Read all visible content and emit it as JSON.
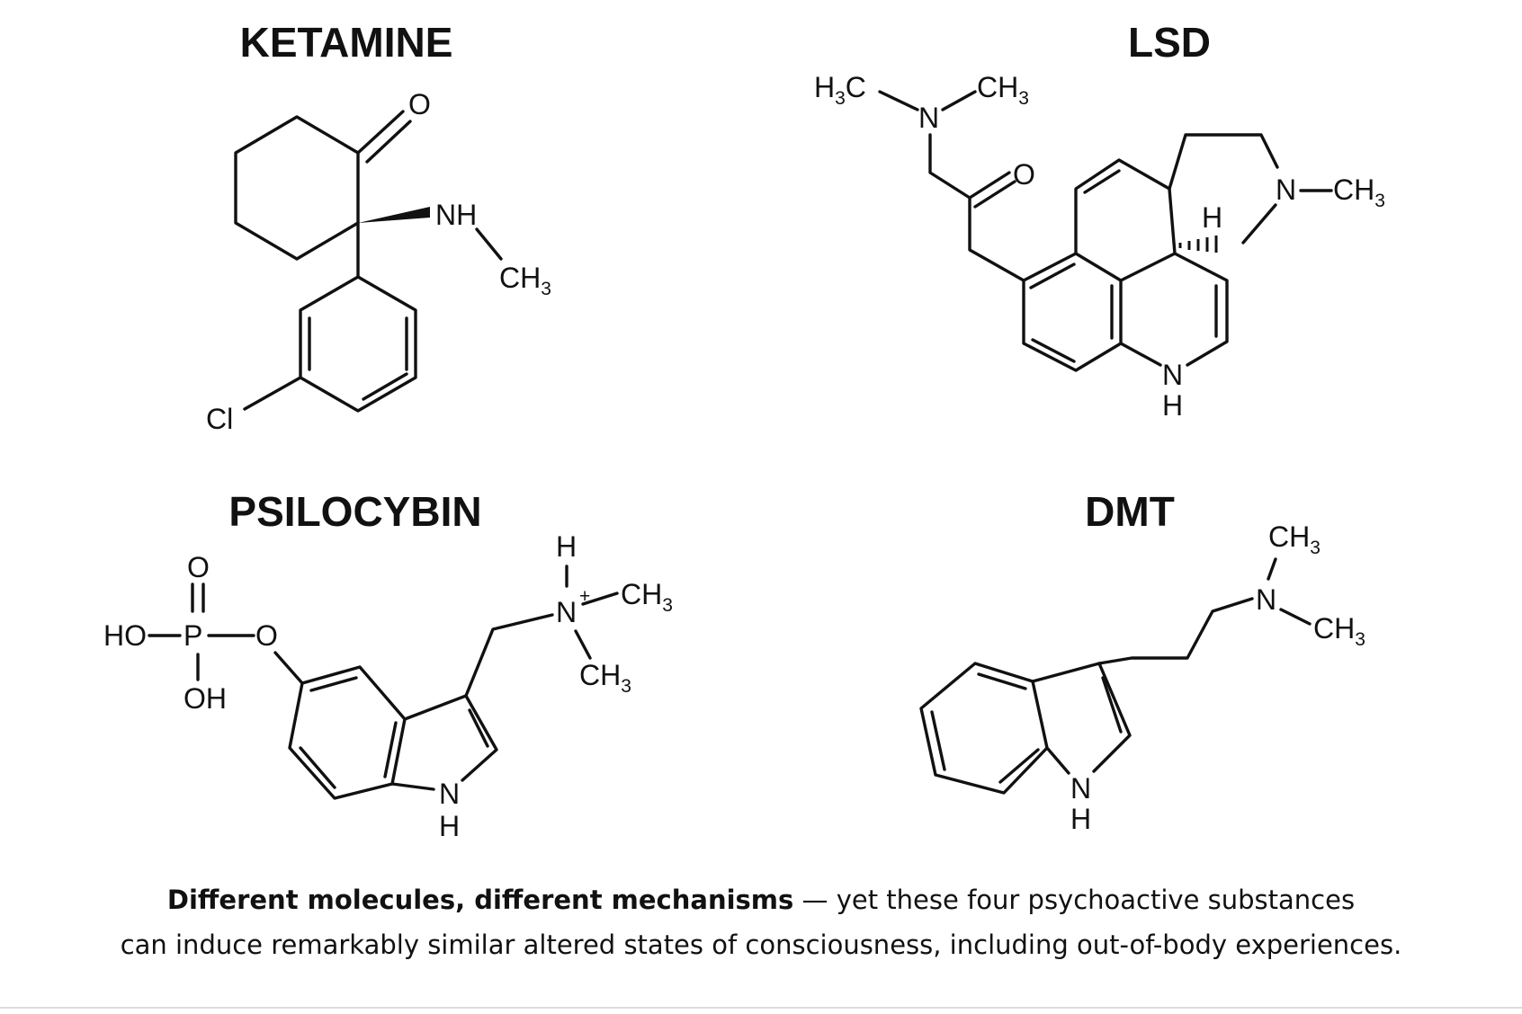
{
  "molecules": [
    {
      "name": "KETAMINE",
      "labels": {
        "o": "O",
        "nh": "NH",
        "ch3": "CH",
        "ch3_sub": "3",
        "cl": "Cl"
      }
    },
    {
      "name": "LSD",
      "labels": {
        "h3c": "H",
        "h3c_sub": "3",
        "h3c_c": "C",
        "n_amide": "N",
        "ch3": "CH",
        "ch3_sub": "3",
        "o": "O",
        "n_ring": "N",
        "n_ch3": "CH",
        "n_ch3_sub": "3",
        "h_stereo": "H",
        "n_indole": "N",
        "h_indole": "H"
      }
    },
    {
      "name": "PSILOCYBIN",
      "labels": {
        "o_top": "O",
        "ho": "HO",
        "p": "P",
        "o_link": "O",
        "oh": "OH",
        "h_top": "H",
        "n_plus": "N",
        "plus": "+",
        "ch3_right": "CH",
        "ch3_right_sub": "3",
        "ch3_below": "CH",
        "ch3_below_sub": "3",
        "n_indole": "N",
        "h_indole": "H"
      }
    },
    {
      "name": "DMT",
      "labels": {
        "ch3_top": "CH",
        "ch3_top_sub": "3",
        "n": "N",
        "ch3_right": "CH",
        "ch3_right_sub": "3",
        "n_indole": "N",
        "h_indole": "H"
      }
    }
  ],
  "caption": {
    "bold": "Different molecules, different mechanisms",
    "rest_line1": " — yet these four psychoactive substances",
    "line2": "can induce remarkably similar altered states of consciousness, including out-of-body experiences."
  }
}
